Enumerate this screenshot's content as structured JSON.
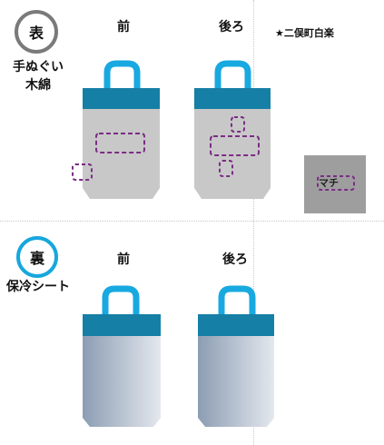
{
  "outer": {
    "badge": "表",
    "material_line1": "手ぬぐい",
    "material_line2": "木綿",
    "front_label": "前",
    "back_label": "後ろ",
    "brand": "★二俣町白楽",
    "gusset_label": "マチ"
  },
  "inner": {
    "badge": "裏",
    "material": "保冷シート",
    "front_label": "前",
    "back_label": "後ろ"
  },
  "colors": {
    "handle": "#18a9e0",
    "top_band": "#167fa5",
    "outer_body": "#c8c8c8",
    "inner_body_light": "#e4e8ee",
    "inner_body_dark": "#8c9db3",
    "dashed_marker": "#7b2d86",
    "gusset": "#9e9e9e"
  }
}
